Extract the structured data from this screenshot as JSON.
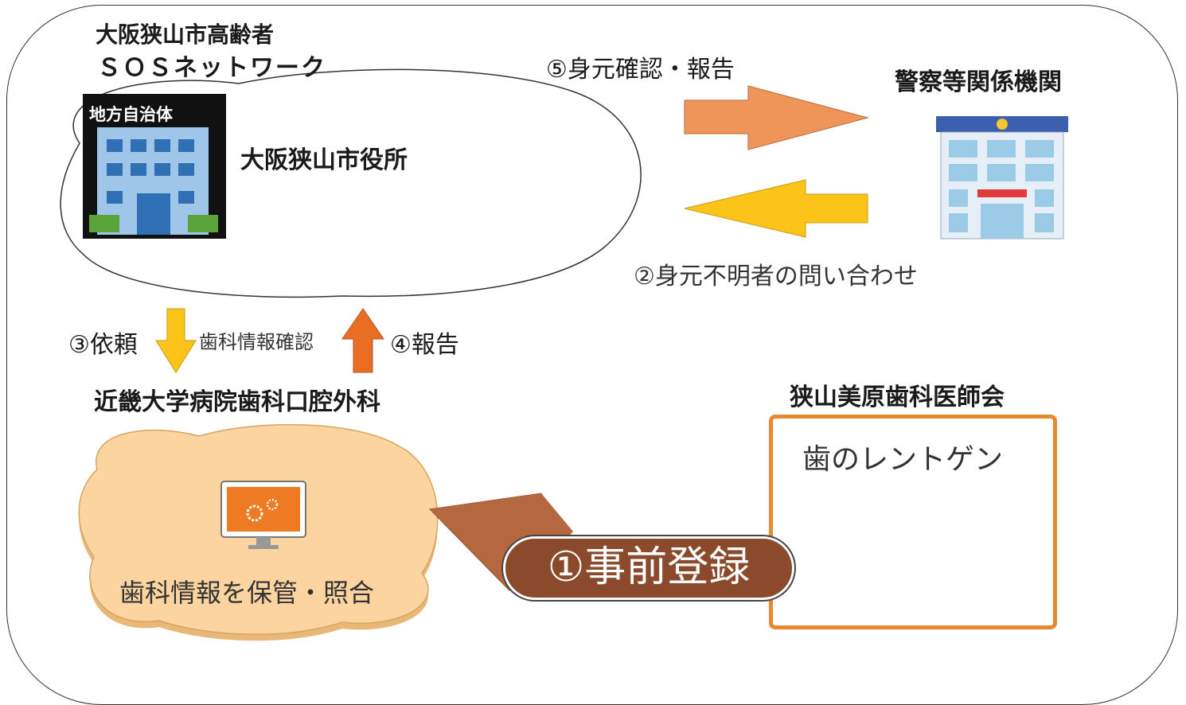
{
  "network": {
    "title_line1": "大阪狭山市高齢者",
    "title_line2": "ＳＯＳネットワーク"
  },
  "city_hall": {
    "sign": "地方自治体",
    "label": "大阪狭山市役所"
  },
  "police": {
    "label": "警察等関係機関"
  },
  "flows": {
    "step5": "⑤身元確認・報告",
    "step2": "②身元不明者の問い合わせ",
    "step3": "③依頼",
    "middle": "歯科情報確認",
    "step4": "④報告",
    "step1": "①事前登録"
  },
  "hospital": {
    "label": "近畿大学病院歯科口腔外科",
    "storage": "歯科情報を保管・照合"
  },
  "dentists": {
    "label": "狭山美原歯科医師会",
    "xray_caption": "歯のレントゲン"
  },
  "colors": {
    "arrow_orange": "#f0955a",
    "arrow_yellow": "#fcc419",
    "arrow_brown": "#b5683f",
    "arrow_up": "#ea6d24",
    "cloud_fill": "#fbd4a0",
    "frame_orange": "#e9892f"
  }
}
